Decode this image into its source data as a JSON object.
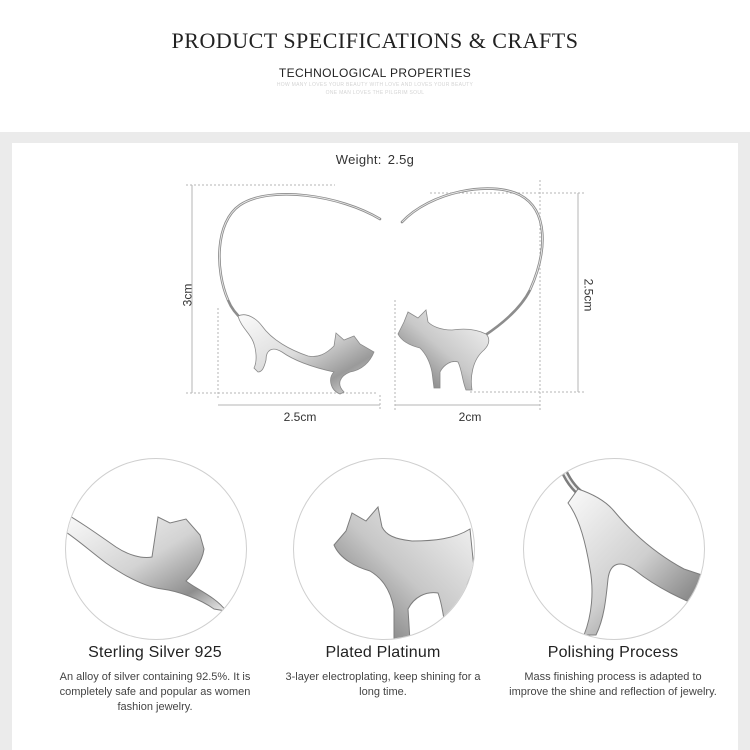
{
  "header": {
    "title": "PRODUCT SPECIFICATIONS & CRAFTS",
    "subtitle": "TECHNOLOGICAL PROPERTIES",
    "tagline_line1": "HOW MANY LOVES YOUR BEAUTY WITH LOVE AND LOVES YOUR BEAUTY",
    "tagline_line2": "ONE MAN LOVES THE PILGRIM SOUL"
  },
  "specs": {
    "weight_label": "Weight:",
    "weight_value": "2.5g",
    "left_height": "3cm",
    "left_width": "2.5cm",
    "right_height": "2.5cm",
    "right_width": "2cm"
  },
  "features": [
    {
      "title": "Sterling Silver 925",
      "desc": "An alloy of silver containing 92.5%. It is completely safe and popular as women fashion jewelry.",
      "icon": "stretching-cat-closeup"
    },
    {
      "title": "Plated Platinum",
      "desc": "3-layer electroplating, keep shining for a long time.",
      "icon": "standing-cat-closeup"
    },
    {
      "title": "Polishing Process",
      "desc": "Mass finishing process is adapted to improve the shine and reflection of jewelry.",
      "icon": "cat-tail-closeup"
    }
  ],
  "colors": {
    "band": "#ebebeb",
    "silver_light": "#f4f4f4",
    "silver_dark": "#7a7a7a",
    "dimension_line": "#b5b5b5"
  }
}
